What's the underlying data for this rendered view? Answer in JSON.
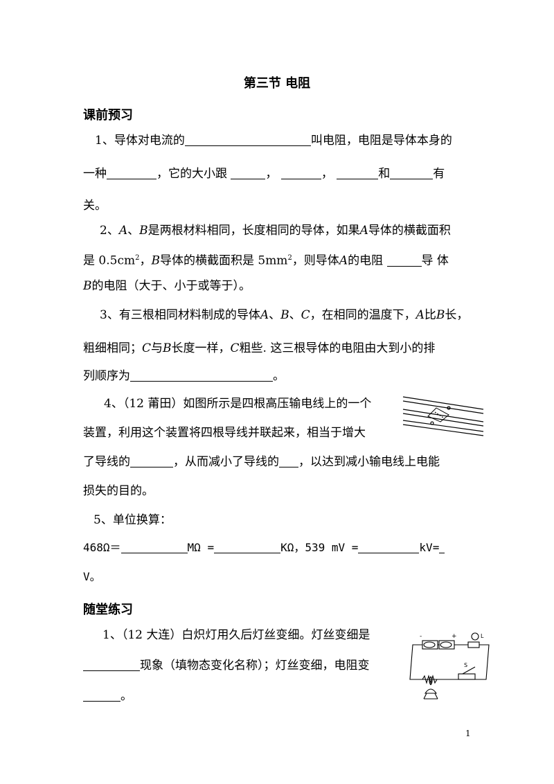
{
  "title": "第三节  电阻",
  "sections": {
    "preview": "课前预习",
    "practice": "随堂练习"
  },
  "q1": {
    "l1a": "1、导体对电流的",
    "l1b": "叫电阻，电阻是导体本身的",
    "l2a": "一种",
    "l2b": "，它的大小跟",
    "l2c": "，",
    "l2d": "，",
    "l2e": "和",
    "l2f": "有",
    "l3": "关。"
  },
  "q2": {
    "l1a": "2、",
    "A": "A",
    "sep": "、",
    "B": "B",
    "l1b": "是两根材料相同，长度相同的导体，如果",
    "l1c": "导体的横截面积",
    "l2a": "是 0.5cm",
    "sup": "2",
    "l2b": "，",
    "l2c": "导体的横截面积是 5mm",
    "l2d": "，则导体",
    "l2e": "的电阻",
    "l2f": "导  体",
    "l3": "的电阻（大于、小于或等于）。"
  },
  "q3": {
    "l1a": "3、有三根相同材料制成的导体",
    "C": "C",
    "l1b": "，在相同的温度下，",
    "l1c": "比",
    "l1d": "长，",
    "l2a": "粗细相同；",
    "l2b": "与",
    "l2c": "长度一样，",
    "l2d": "粗些. 这三根导体的电阻由大到小的排",
    "l3": "列顺序为",
    "l3end": "。"
  },
  "q4": {
    "l1": "4、（12 莆田）如图所示是四根高压输电线上的一个",
    "l2": "装置，利用这个装置将四根导线并联起来，相当于增大",
    "l3a": "了导线的",
    "l3b": "，从而减小了导线的",
    "l3c": "，以达到减小输电线上电能",
    "l4": "损失的目的。"
  },
  "q5": {
    "l1": "5、单位换算：",
    "l2a": "468Ω＝",
    "l2b": "MΩ  =",
    "l2c": "KΩ，539 mV =",
    "l2d": "kV=",
    "l3": "V。"
  },
  "p1": {
    "l1": "1、（12 大连）白炽灯用久后灯丝变细。灯丝变细是",
    "l2": "现象（填物态变化名称）；灯丝变细，电阻变",
    "l3": "。"
  },
  "circuit_labels": {
    "minus": "-",
    "plus": "+",
    "L": "L",
    "S": "S"
  },
  "page_number": "1"
}
